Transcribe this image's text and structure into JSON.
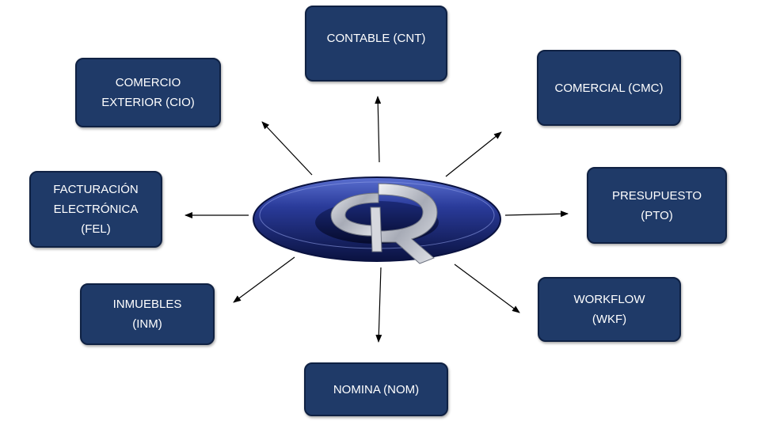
{
  "nodes": {
    "cnt": "CONTABLE (CNT)",
    "cmc": "COMERCIAL (CMC)",
    "cio": "COMERCIO\nEXTERIOR (CIO)",
    "fel": "FACTURACIÓN\nELECTRÓNICA\n(FEL)",
    "pto": "PRESUPUESTO\n(PTO)",
    "inm": "INMUEBLES\n(INM)",
    "wkf": "WORKFLOW\n(WKF)",
    "nom": "NOMINA (NOM)"
  },
  "colors": {
    "node_fill": "#1f3a68",
    "node_border": "#0f2143",
    "node_text": "#ffffff",
    "arrow": "#000000",
    "logo_dark": "#0d1a4f",
    "logo_light": "#4b5ec0",
    "logo_silver": "#c9ccd3"
  },
  "icons": {
    "center_logo": "q-logo-icon"
  }
}
